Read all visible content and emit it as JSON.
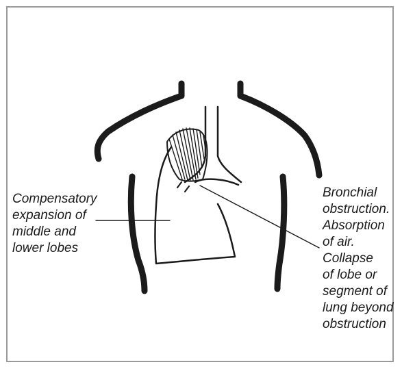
{
  "diagram": {
    "left_label": [
      "Compensatory",
      "expansion of",
      "middle and",
      "lower lobes"
    ],
    "right_label": [
      "Bronchial",
      "obstruction.",
      "Absorption",
      "of air.",
      "Collapse",
      "of lobe or",
      "segment of",
      "lung beyond",
      "obstruction"
    ]
  }
}
